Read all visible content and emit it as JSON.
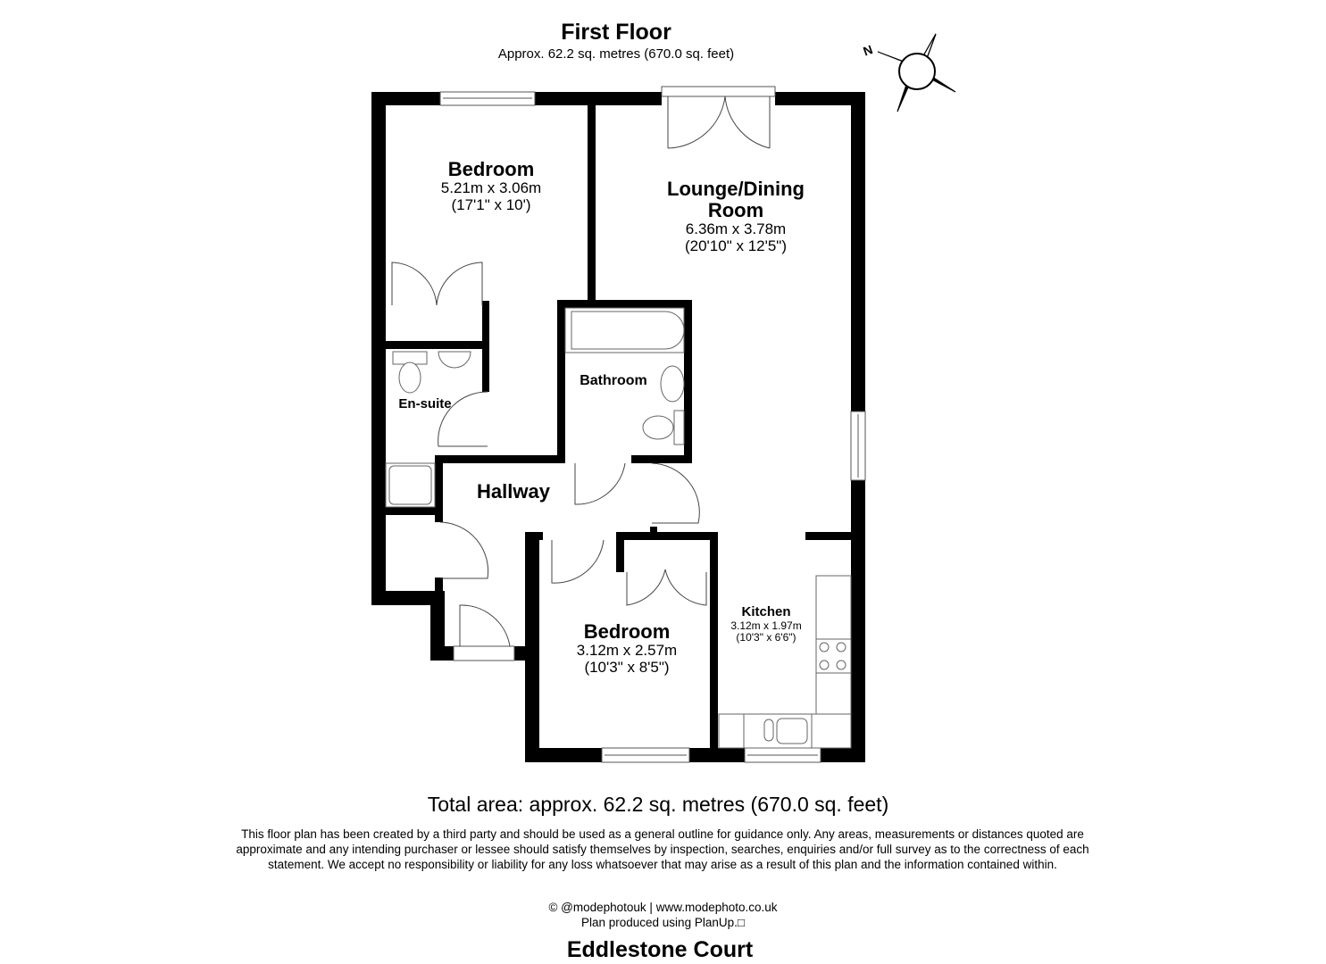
{
  "header": {
    "floor_title": "First Floor",
    "floor_area": "Approx. 62.2 sq. metres (670.0 sq. feet)"
  },
  "compass": {
    "icon": "compass-icon",
    "north_label": "N"
  },
  "rooms": {
    "bedroom1": {
      "name": "Bedroom",
      "metric": "5.21m x 3.06m",
      "imperial": "(17'1\" x 10')"
    },
    "lounge": {
      "name_line1": "Lounge/Dining",
      "name_line2": "Room",
      "metric": "6.36m x 3.78m",
      "imperial": "(20'10\" x 12'5\")"
    },
    "bathroom": {
      "name": "Bathroom"
    },
    "ensuite": {
      "name": "En-suite"
    },
    "hallway": {
      "name": "Hallway"
    },
    "bedroom2": {
      "name": "Bedroom",
      "metric": "3.12m x 2.57m",
      "imperial": "(10'3\" x 8'5\")"
    },
    "kitchen": {
      "name": "Kitchen",
      "metric": "3.12m x 1.97m",
      "imperial": "(10'3\" x 6'6\")"
    }
  },
  "footer": {
    "total_area": "Total area: approx. 62.2 sq. metres (670.0 sq. feet)",
    "disclaimer": "This floor plan has been created by a third party and should be used as a general outline for guidance only. Any areas, measurements or distances quoted are approximate and any intending purchaser or lessee should satisfy themselves by inspection, searches, enquiries and/or full survey as to the correctness of each statement. We accept no responsibility or liability for any loss whatsoever that may arise as a result of this plan and the information contained within.",
    "credit_line1": "© @modephotouk | www.modephoto.co.uk",
    "credit_line2": "Plan produced using PlanUp.□",
    "property_name": "Eddlestone Court"
  }
}
